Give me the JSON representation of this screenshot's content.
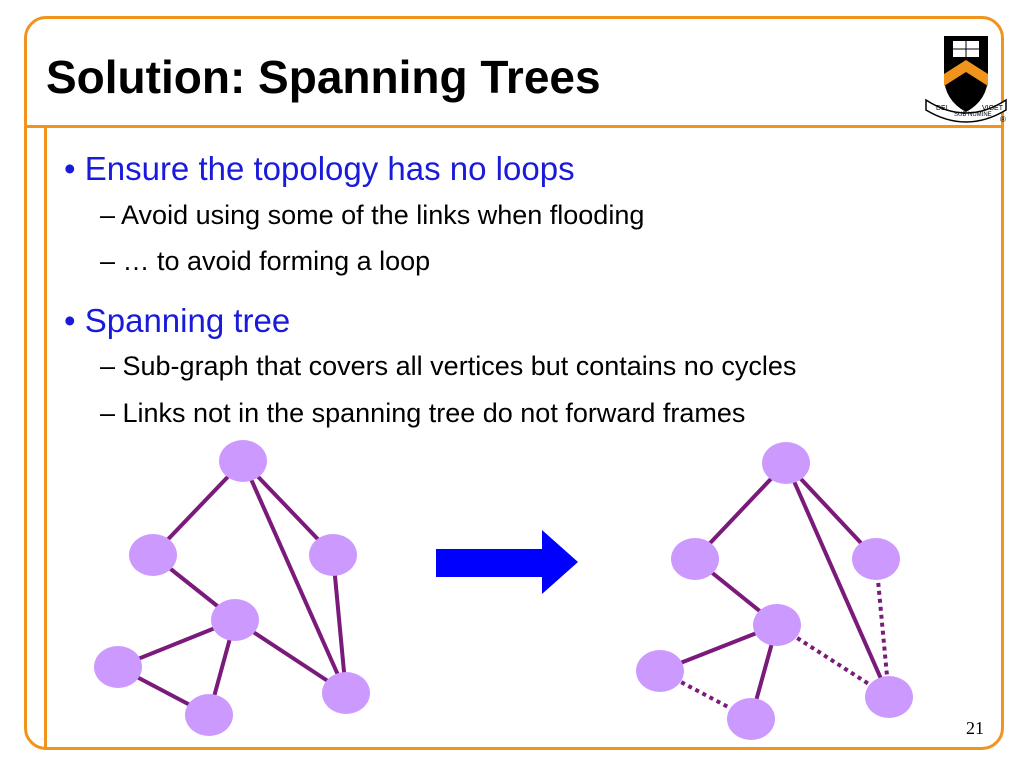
{
  "slide": {
    "title": "Solution: Spanning Trees",
    "page_number": "21"
  },
  "bullets": [
    {
      "text": "• Ensure the topology has no loops",
      "subitems": [
        "– Avoid using some of the links when flooding",
        "– … to avoid forming a loop"
      ]
    },
    {
      "text": "• Spanning tree",
      "subitems": [
        "– Sub-graph that covers all vertices but contains no cycles",
        "– Links not in the spanning tree do not forward frames"
      ]
    }
  ],
  "logo": {
    "icon": "princeton-shield-icon",
    "motto_left": "DEI",
    "motto_center": "SUB NUMINE",
    "motto_right": "VIGET",
    "mark": "®"
  },
  "colors": {
    "frame": "#f0941e",
    "bullet_text": "#1a1adb",
    "node_fill": "#cc99ff",
    "edge": "#7a1a7a",
    "arrow": "#0000ff"
  },
  "diagram": {
    "graph_before": {
      "nodes": [
        "A",
        "B",
        "C",
        "D",
        "E",
        "F",
        "G"
      ],
      "edges": [
        {
          "from": "A",
          "to": "B",
          "style": "solid"
        },
        {
          "from": "A",
          "to": "G",
          "style": "solid"
        },
        {
          "from": "A",
          "to": "C",
          "style": "solid"
        },
        {
          "from": "B",
          "to": "D",
          "style": "solid"
        },
        {
          "from": "C",
          "to": "G",
          "style": "solid"
        },
        {
          "from": "D",
          "to": "E",
          "style": "solid"
        },
        {
          "from": "D",
          "to": "F",
          "style": "solid"
        },
        {
          "from": "D",
          "to": "G",
          "style": "solid"
        },
        {
          "from": "E",
          "to": "F",
          "style": "solid"
        }
      ]
    },
    "graph_after": {
      "nodes": [
        "A",
        "B",
        "C",
        "D",
        "E",
        "F",
        "G"
      ],
      "edges": [
        {
          "from": "A",
          "to": "B",
          "style": "solid"
        },
        {
          "from": "A",
          "to": "G",
          "style": "solid"
        },
        {
          "from": "A",
          "to": "C",
          "style": "solid"
        },
        {
          "from": "B",
          "to": "D",
          "style": "solid"
        },
        {
          "from": "C",
          "to": "G",
          "style": "dotted"
        },
        {
          "from": "D",
          "to": "E",
          "style": "solid"
        },
        {
          "from": "D",
          "to": "F",
          "style": "solid"
        },
        {
          "from": "D",
          "to": "G",
          "style": "dotted"
        },
        {
          "from": "E",
          "to": "F",
          "style": "dotted"
        }
      ]
    },
    "arrow_icon": "right-arrow-icon"
  }
}
